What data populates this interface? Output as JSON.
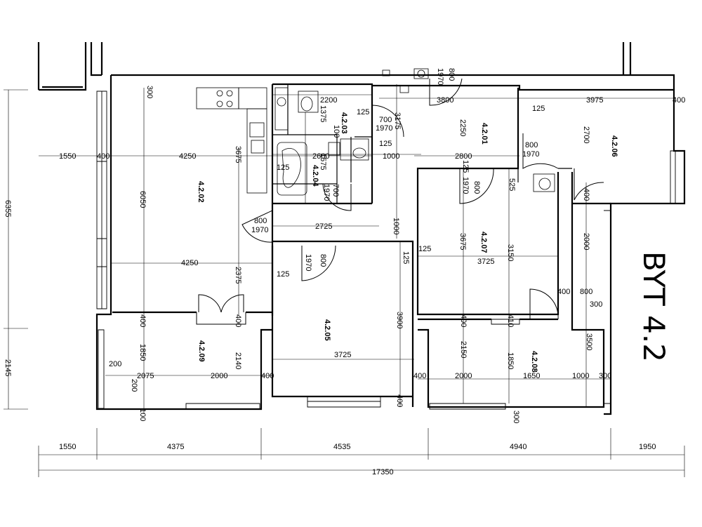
{
  "plan_title": "BYT 4.2",
  "rooms": [
    "4.2.02",
    "4.2.03",
    "4.2.04",
    "4.2.01",
    "4.2.06",
    "4.2.07",
    "4.2.05",
    "4.2.09",
    "4.2.08"
  ],
  "door_labels": [
    [
      "700",
      "1970"
    ],
    [
      "800",
      "1970"
    ],
    [
      "800",
      "1970"
    ],
    [
      "800",
      "1970"
    ],
    [
      "800",
      "1970"
    ],
    [
      "800",
      "1970"
    ],
    [
      "700",
      "1970"
    ]
  ],
  "dimensions": {
    "bottom_row": [
      "1550",
      "4375",
      "4535",
      "4940",
      "1950"
    ],
    "overall": "17350",
    "left_side": [
      "6355",
      "2145"
    ],
    "left_room": [
      "300",
      "1550",
      "400",
      "4250",
      "3675",
      "6050",
      "4250",
      "2375",
      "125"
    ],
    "bath": [
      "2200",
      "1375",
      "100",
      "125",
      "3175",
      "125",
      "2600",
      "1575",
      "125",
      "1000"
    ],
    "top_right": [
      "3800",
      "3975",
      "400",
      "125",
      "2250",
      "2700",
      "2800",
      "125",
      "525",
      "400"
    ],
    "hall": [
      "2725",
      "1000",
      "125",
      "125"
    ],
    "middle": [
      "3900",
      "3725",
      "400"
    ],
    "right_rooms": [
      "3675",
      "3725",
      "3150",
      "2000",
      "400",
      "800",
      "300",
      "3500"
    ],
    "loggia_left": [
      "400",
      "1850",
      "400",
      "2140",
      "200",
      "2075",
      "2000",
      "200",
      "100",
      "400"
    ],
    "loggia_right": [
      "400",
      "2150",
      "410",
      "1850",
      "400",
      "2000",
      "1650",
      "1000",
      "300",
      "300"
    ]
  }
}
